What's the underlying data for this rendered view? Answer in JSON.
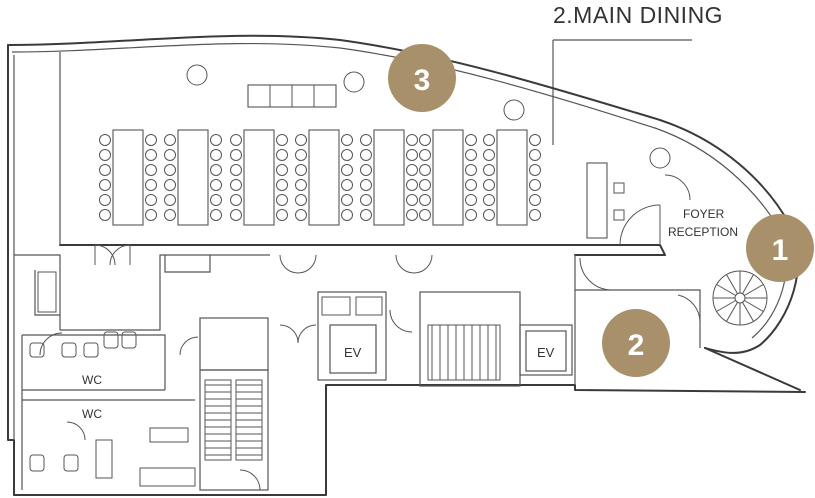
{
  "title": "2.MAIN DINING",
  "rooms": {
    "foyer": "FOYER",
    "reception": "RECEPTION",
    "wc_upper": "WC",
    "wc_lower": "WC",
    "ev_left": "EV",
    "ev_right": "EV"
  },
  "markers": [
    {
      "label": "1"
    },
    {
      "label": "2"
    },
    {
      "label": "3"
    }
  ],
  "colors": {
    "marker_fill": "#a8916a",
    "wall_stroke": "#3a3a3a"
  }
}
